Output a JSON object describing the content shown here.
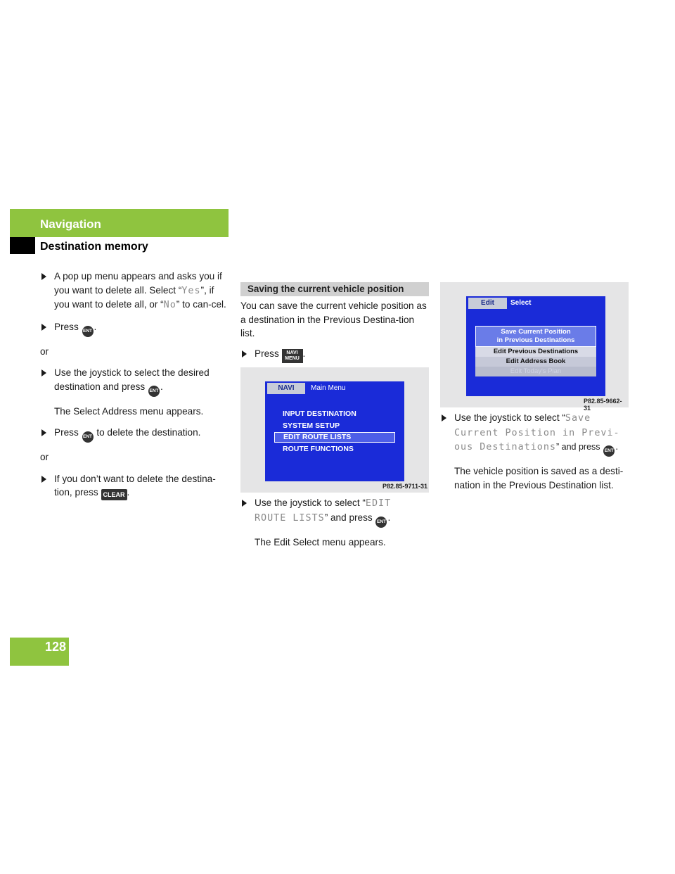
{
  "header": {
    "section": "Navigation",
    "subsection": "Destination memory"
  },
  "page_number": "128",
  "keys": {
    "ent": "ENT",
    "clear": "CLEAR",
    "navi": "NAVI",
    "menu": "MENU"
  },
  "col1": {
    "b1_a": "A pop up menu appears and asks you if you want to delete all. Select “",
    "b1_yes": "Yes",
    "b1_b": "”, if you want to delete all, or “",
    "b1_no": "No",
    "b1_c": "” to can-cel.",
    "b2_a": "Press",
    "b2_b": ".",
    "or1": "or",
    "b3_a": "Use the joystick to select the desired destination and press",
    "b3_b": ".",
    "p1": "The Select Address menu appears.",
    "b4_a": "Press",
    "b4_b": "to delete the destination.",
    "or2": "or",
    "b5_a": "If you don’t want to delete the destina-tion, press",
    "b5_b": "."
  },
  "col2": {
    "heading": "Saving the current vehicle position",
    "p1": "You can save the current vehicle position as a destination in the Previous Destina-tion list.",
    "b1_a": "Press",
    "b1_b": ".",
    "shot": {
      "tab_active": "NAVI",
      "tab_title": "Main Menu",
      "items": [
        "INPUT DESTINATION",
        "SYSTEM SETUP",
        "EDIT ROUTE LISTS",
        "ROUTE FUNCTIONS"
      ],
      "ref": "P82.85-9711-31"
    },
    "b2_a": "Use the joystick to select “",
    "b2_code": "EDIT ROUTE LISTS",
    "b2_b": "” and press",
    "b2_c": ".",
    "p2": "The Edit Select menu appears."
  },
  "col3": {
    "shot": {
      "tab_active": "Edit",
      "tab_title": "Select",
      "item1_l1": "Save Current Position",
      "item1_l2": "in Previous Destinations",
      "item2": "Edit Previous Destinations",
      "item3": "Edit Address Book",
      "item4": "Edit Today's Plan",
      "ref": "P82.85-9662-31"
    },
    "b1_a": "Use the joystick to select “",
    "b1_code": "Save Current Position in Previ-ous Destinations",
    "b1_b": "” and press",
    "b1_c": ".",
    "p1": "The vehicle position is saved as a desti-nation in the Previous Destination list."
  }
}
